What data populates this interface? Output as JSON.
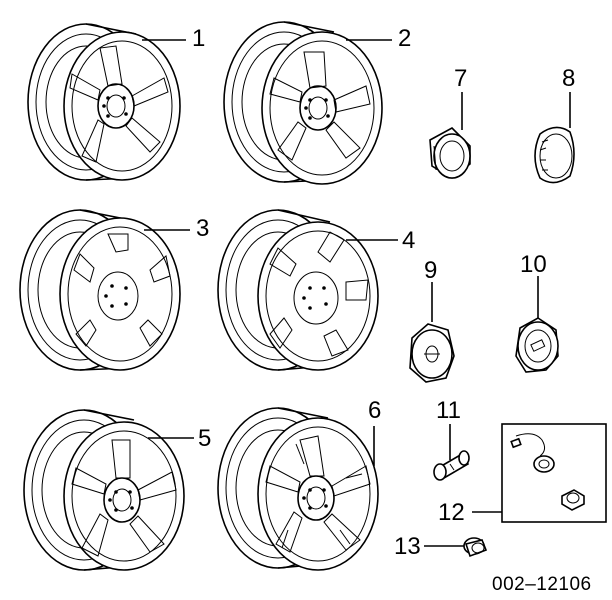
{
  "parts": [
    {
      "ref": "1"
    },
    {
      "ref": "2"
    },
    {
      "ref": "3"
    },
    {
      "ref": "4"
    },
    {
      "ref": "5"
    },
    {
      "ref": "6"
    },
    {
      "ref": "7"
    },
    {
      "ref": "8"
    },
    {
      "ref": "9"
    },
    {
      "ref": "10"
    },
    {
      "ref": "11"
    },
    {
      "ref": "12"
    },
    {
      "ref": "13"
    }
  ],
  "document_number": "002–12106",
  "icons": {
    "wheel_style_a": "five-spoke-wheel-icon",
    "wheel_style_b": "split-spoke-wheel-icon",
    "center_cap": "center-cap-icon",
    "valve_stem": "valve-stem-icon",
    "tpms_sensor": "tire-pressure-sensor-icon"
  }
}
